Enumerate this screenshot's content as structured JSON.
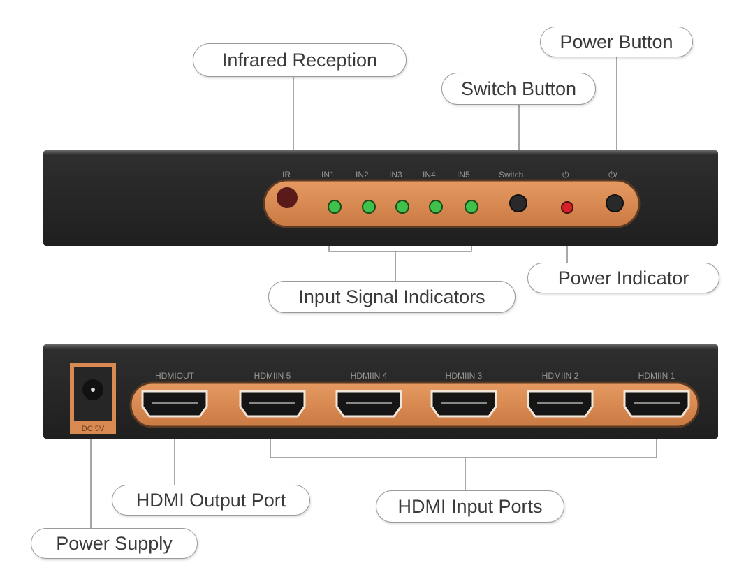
{
  "callouts": {
    "infrared": "Infrared Reception",
    "power_button": "Power Button",
    "switch_button": "Switch Button",
    "power_indicator": "Power Indicator",
    "input_indicators": "Input Signal Indicators",
    "hdmi_output": "HDMI Output Port",
    "hdmi_inputs": "HDMI Input Ports",
    "power_supply": "Power Supply"
  },
  "front_panel": {
    "labels": [
      "IR",
      "IN1",
      "IN2",
      "IN3",
      "IN4",
      "IN5",
      "Switch"
    ],
    "led_green": "#3fc24a",
    "led_red": "#d8202a",
    "panel_color": "#d98a52"
  },
  "back_panel": {
    "dc_label": "DC 5V",
    "ports": [
      "HDMIOUT",
      "HDMIIN 5",
      "HDMIIN 4",
      "HDMIIN 3",
      "HDMIIN 2",
      "HDMIIN 1"
    ]
  }
}
